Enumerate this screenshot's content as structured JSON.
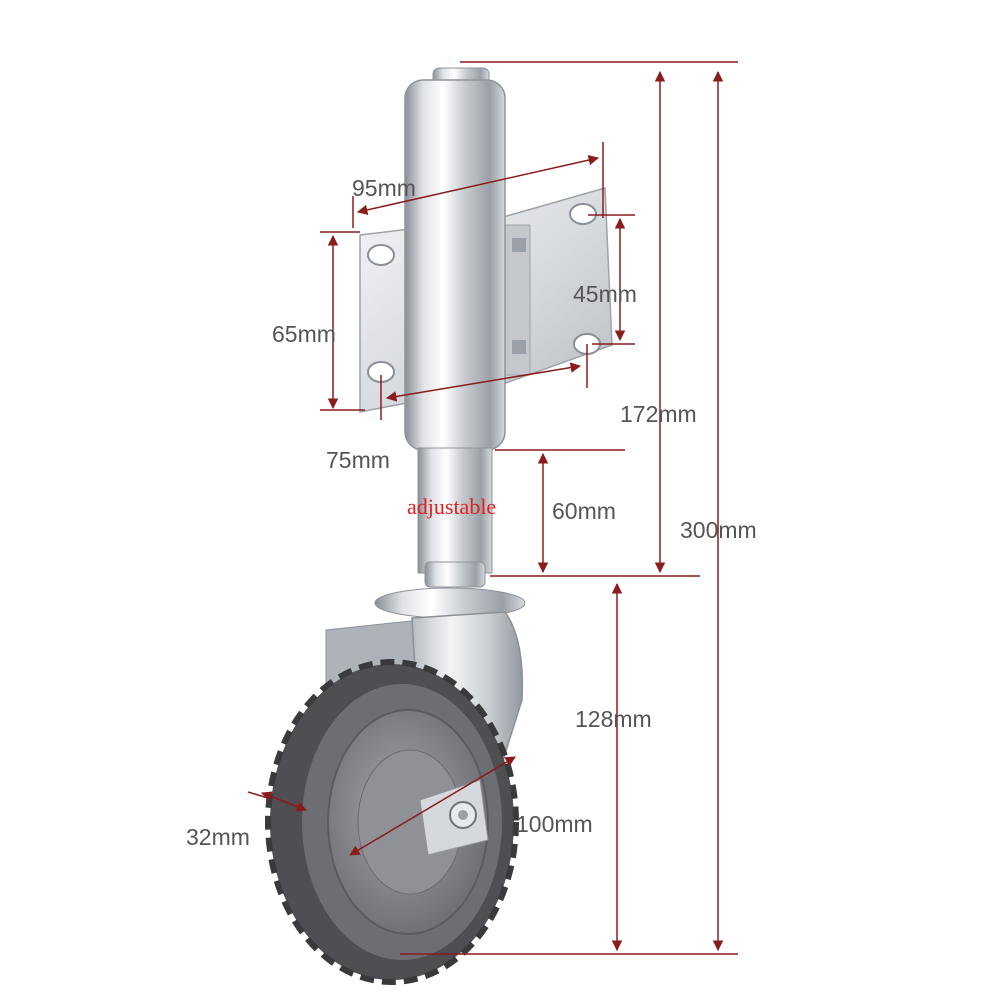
{
  "labels": {
    "bracket_width": "95mm",
    "bracket_height": "65mm",
    "hole_spacing_vertical": "45mm",
    "hole_spacing_diagonal": "75mm",
    "upper_height": "172mm",
    "total_height": "300mm",
    "adjustable_travel": "60mm",
    "adjustable_note": "adjustable",
    "caster_height": "128mm",
    "wheel_width": "32mm",
    "wheel_diameter": "100mm"
  },
  "colors": {
    "dimension_line": "#8b1c1c",
    "dimension_text": "#555555",
    "adjustable_text": "#e02020",
    "steel_light": "#f2f3f5",
    "steel_dark": "#8a8f96",
    "tire": "#5b5b5f",
    "hub": "#7d7f85"
  }
}
